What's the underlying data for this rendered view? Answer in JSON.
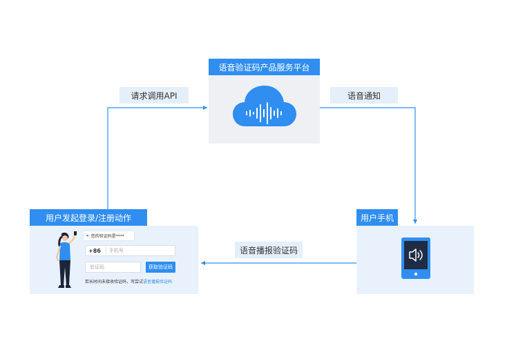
{
  "nodes": {
    "platform": {
      "title": "语音验证码产品服务平台"
    },
    "user_action": {
      "title": "用户发起登录/注册动作"
    },
    "user_phone": {
      "title": "用户手机"
    }
  },
  "edges": {
    "request_api": "请求调用API",
    "voice_notify": "语音通知",
    "voice_broadcast": "语音播报验证码"
  },
  "login_form": {
    "notice": "您的验证码是****",
    "country_code": "+86",
    "phone_placeholder": "手机号",
    "code_placeholder": "验证码",
    "get_code_button": "获取验证码",
    "tip_prefix": "若长时间未接收验证码，可尝试",
    "tip_link": "语音播报验证码"
  },
  "colors": {
    "accent": "#2f8ef0",
    "panel": "#e9f2fc",
    "platform_panel": "#eef0f4",
    "label": "#e5effa"
  },
  "icons": [
    "cloud-waveform-icon",
    "phone-speaker-icon",
    "speaker-icon",
    "person-illustration"
  ]
}
